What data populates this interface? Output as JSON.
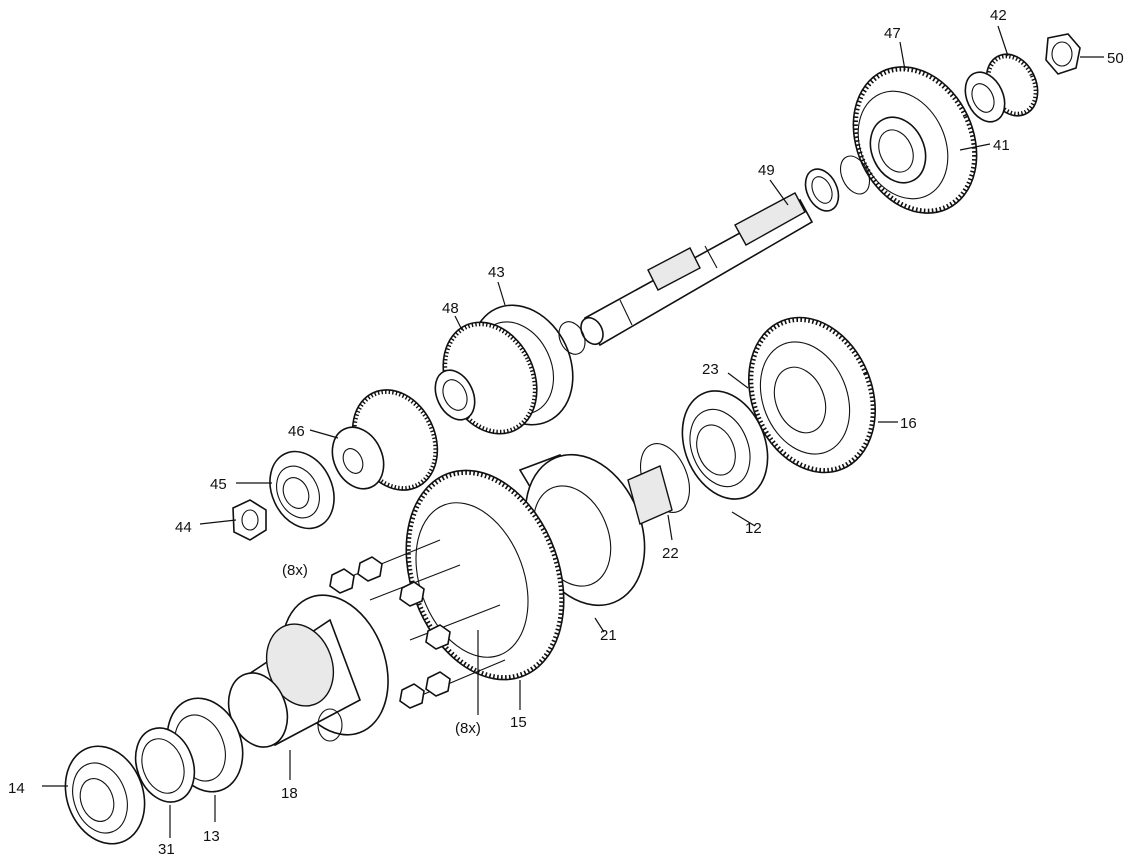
{
  "callouts": {
    "c42": "42",
    "c47": "47",
    "c50": "50",
    "c41": "41",
    "c49": "49",
    "c43": "43",
    "c48": "48",
    "c23": "23",
    "c16": "16",
    "c46": "46",
    "c45": "45",
    "c44": "44",
    "c12": "12",
    "c22": "22",
    "c8x_a": "(8x)",
    "c21": "21",
    "c15": "15",
    "c8x_b": "(8x)",
    "c14": "14",
    "c18": "18",
    "c13": "13",
    "c31": "31"
  }
}
